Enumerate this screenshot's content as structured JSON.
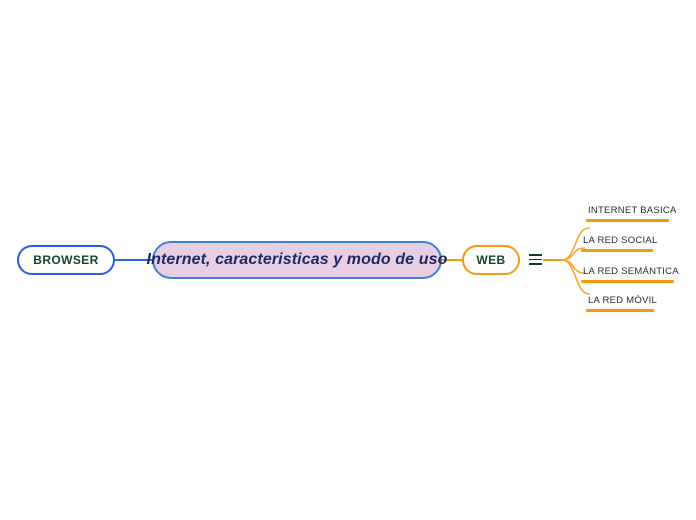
{
  "diagram": {
    "type": "mind-map",
    "title_node": {
      "label": "Internet, caracteristicas y modo de uso",
      "fill": "#e9cfe4",
      "border": "#3f7fd4",
      "text_color": "#1d2a63"
    },
    "left_node": {
      "label": "BROWSER",
      "fill": "#ffffff",
      "border": "#2a5ce8",
      "text_color": "#13462a"
    },
    "right_node": {
      "label": "WEB",
      "fill": "#ffffff",
      "border": "#f59a12",
      "text_color": "#13462a"
    },
    "collapse_icon": "list-lines-icon",
    "branch_color": "#f5990f",
    "branches": [
      {
        "label": "INTERNET BASICA",
        "rule_width": 83
      },
      {
        "label": "LA RED SOCIAL",
        "rule_width": 72
      },
      {
        "label": "LA RED SEMÁNTICA",
        "rule_width": 93
      },
      {
        "label": "LA RED MÓVIL",
        "rule_width": 68
      }
    ]
  }
}
